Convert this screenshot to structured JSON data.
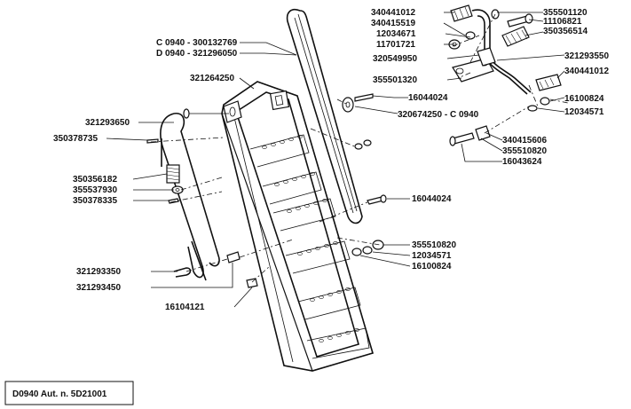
{
  "parts": {
    "p340441012_a": "340441012",
    "p340415519": "340415519",
    "p12034671": "12034671",
    "p11701721": "11701721",
    "p320549950": "320549950",
    "p355501320": "355501320",
    "p16044024_a": "16044024",
    "p320674250": "320674250 - C 0940",
    "p355501120": "355501120",
    "p11106821": "11106821",
    "p350356514": "350356514",
    "p321293550": "321293550",
    "p340441012_b": "340441012",
    "p16100824_a": "16100824",
    "p12034571_a": "12034571",
    "p340415606": "340415606",
    "p355510820_a": "355510820",
    "p16043624": "16043624",
    "p300132769": "C 0940 - 300132769",
    "p321296050": "D 0940 - 321296050",
    "p321264250": "321264250",
    "p321293650": "321293650",
    "p350378735": "350378735",
    "p350356182": "350356182",
    "p355537930": "355537930",
    "p350378335": "350378335",
    "p16044024_b": "16044024",
    "p355510820_b": "355510820",
    "p12034571_b": "12034571",
    "p16100824_b": "16100824",
    "p321293350": "321293350",
    "p321293450": "321293450",
    "p16104121": "16104121"
  },
  "footer": {
    "label": "D0940 Aut. n. 5D21001"
  }
}
